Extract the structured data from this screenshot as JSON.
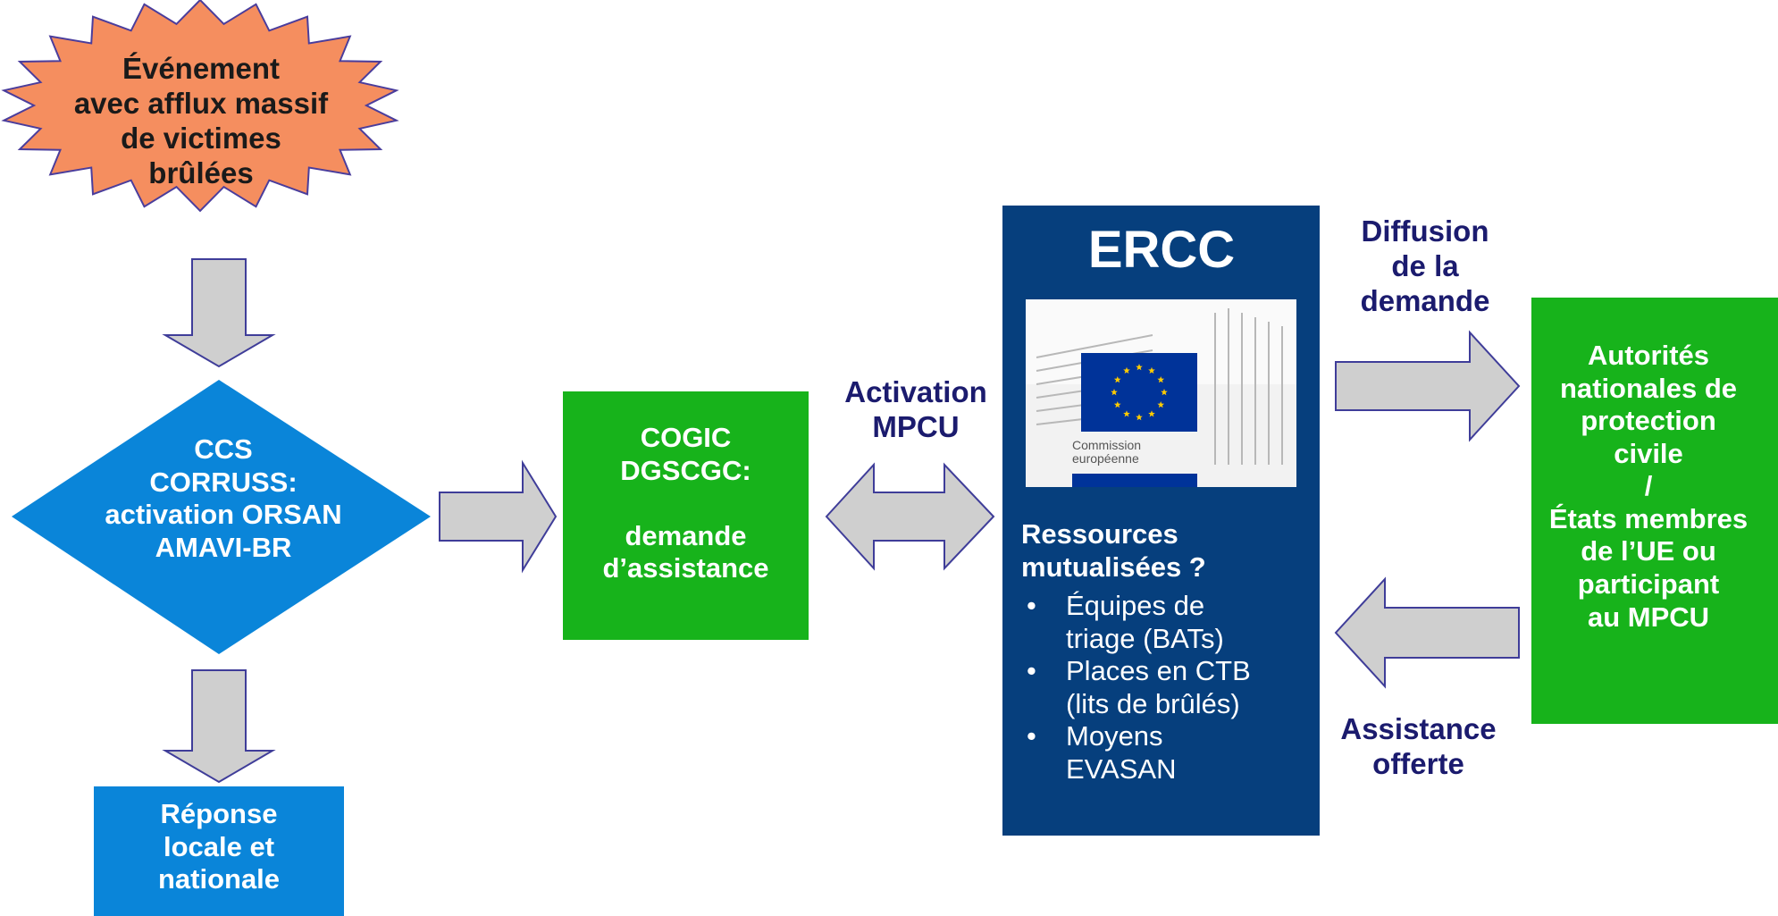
{
  "colors": {
    "burst_fill": "#f58e5f",
    "burst_stroke": "#4a3d9c",
    "arrow_fill": "#cfcfcf",
    "arrow_stroke": "#3f3d99",
    "blue_box": "#0a85d9",
    "green_box": "#17b31b",
    "ercc_box": "#063f7d",
    "dark_label": "#1b1b6e",
    "eu_flag": "#003399",
    "eu_star": "#ffcc00"
  },
  "event": {
    "lines": [
      "Événement",
      "avec afflux massif",
      "de victimes",
      "brûlées"
    ]
  },
  "ccs": {
    "lines": [
      "CCS",
      "CORRUSS:",
      "activation  ORSAN",
      "AMAVI-BR"
    ]
  },
  "reponse": {
    "lines": [
      "Réponse",
      "locale et",
      "nationale"
    ]
  },
  "cogic": {
    "lines": [
      "COGIC",
      "DGSCGC:",
      "",
      "demande",
      "d’assistance"
    ]
  },
  "activation": {
    "lines": [
      "Activation",
      "MPCU"
    ]
  },
  "ercc": {
    "title": "ERCC",
    "logo_caption": [
      "Commission",
      "européenne"
    ],
    "resources_title": [
      "Ressources",
      "mutualisées ?"
    ],
    "bullets": [
      {
        "lines": [
          "Équipes de",
          "triage (BATs)"
        ]
      },
      {
        "lines": [
          "Places en CTB",
          "(lits de brûlés)"
        ]
      },
      {
        "lines": [
          "Moyens",
          "EVASAN"
        ]
      }
    ],
    "bullet_char": "•"
  },
  "diffusion": {
    "lines": [
      "Diffusion",
      "de la",
      "demande"
    ]
  },
  "assistance": {
    "lines": [
      "Assistance",
      "offerte"
    ]
  },
  "autorites": {
    "lines": [
      "Autorités",
      "nationales de",
      "protection",
      "civile",
      "/",
      "États membres",
      "de l’UE ou",
      "participant",
      "au MPCU"
    ]
  }
}
